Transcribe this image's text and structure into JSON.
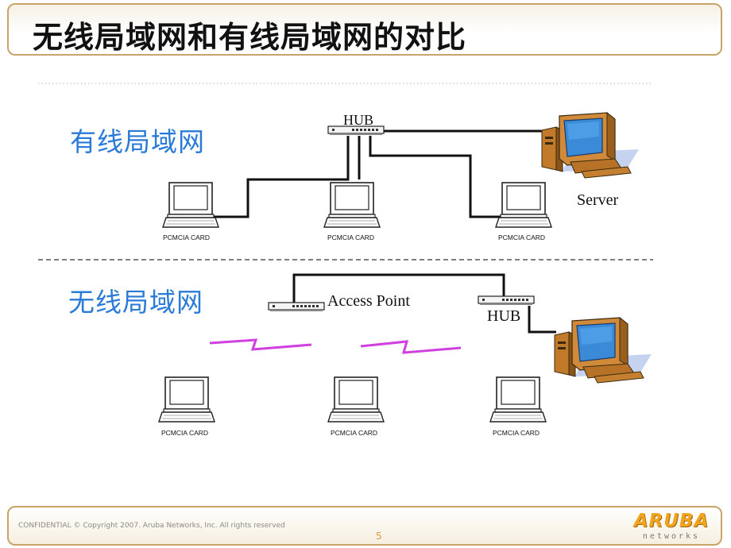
{
  "title": "无线局域网和有线局域网的对比",
  "wired": {
    "label": "有线局域网",
    "hub_label": "HUB",
    "server_label": "Server",
    "laptops": [
      "PCMCIA CARD",
      "PCMCIA CARD",
      "PCMCIA CARD"
    ]
  },
  "wireless": {
    "label": "无线局域网",
    "ap_label": "Access Point",
    "hub_label": "HUB",
    "laptops": [
      "PCMCIA CARD",
      "PCMCIA CARD",
      "PCMCIA CARD"
    ]
  },
  "footer": {
    "copyright": "CONFIDENTIAL © Copyright 2007. Aruba Networks, Inc. All rights reserved",
    "page_number": "5",
    "logo_text": "ARUBA",
    "logo_sub": "networks"
  },
  "colors": {
    "section_label": "#2a7ad8",
    "border_gold": "#c8a46a",
    "radio_wave": "#d040e0"
  }
}
